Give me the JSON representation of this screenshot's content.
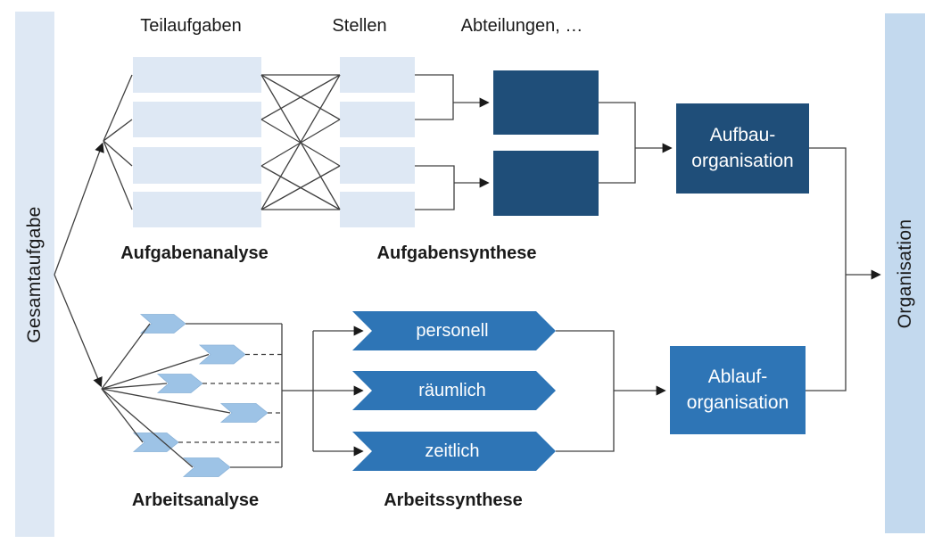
{
  "bars": {
    "left": "Gesamtaufgabe",
    "right": "Organisation"
  },
  "top_flow": {
    "headers": {
      "teilaufgaben": "Teilaufgaben",
      "stellen": "Stellen",
      "abteilungen": "Abteilungen, …"
    },
    "analysis_label": "Aufgabenanalyse",
    "synthesis_label": "Aufgabensynthese",
    "aufbau_box": {
      "line1": "Aufbau-",
      "line2": "organisation"
    }
  },
  "bottom_flow": {
    "analysis_label": "Arbeitsanalyse",
    "synthesis_label": "Arbeitssynthese",
    "chevrons": {
      "personell": "personell",
      "raeumlich": "räumlich",
      "zeitlich": "zeitlich"
    },
    "ablauf_box": {
      "line1": "Ablauf-",
      "line2": "organisation"
    }
  },
  "colors": {
    "light-box": "#dee8f4",
    "left-bar": "#dee8f4",
    "right-bar": "#c3d9ee",
    "dark-blue": "#1f4e79",
    "medium-blue": "#2e75b6",
    "chevron-light": "#9dc3e6",
    "chevron-light-edge": "#8ab2d8",
    "line": "#404040",
    "text-dark": "#1a1a1a",
    "text-light": "#ffffff"
  }
}
